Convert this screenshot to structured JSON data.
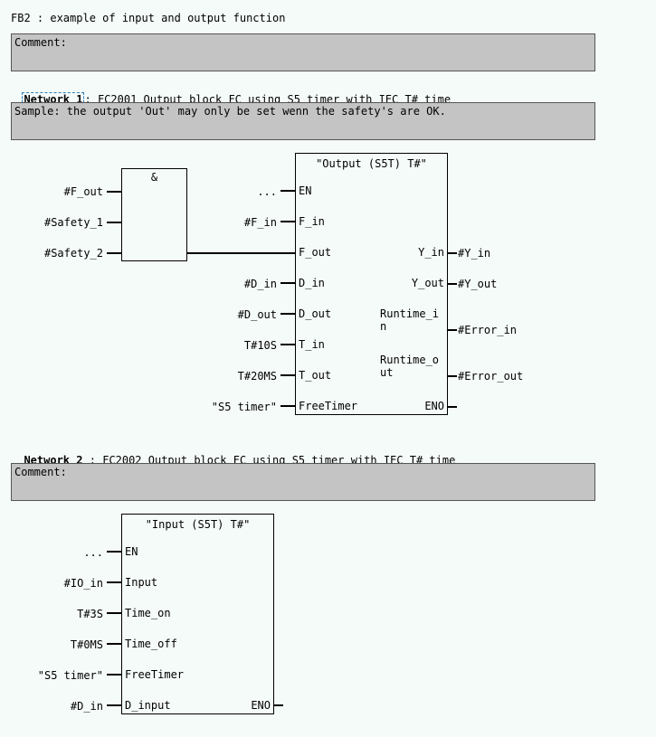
{
  "block_title": "FB2 : example of input and output function",
  "block_comment": "Comment:",
  "network1": {
    "label": "Network 1",
    "separator": ":",
    "title": "FC2001 Output block FC using S5 timer with IEC T# time",
    "comment": "Sample: the output 'Out' may only be set wenn the safety's are OK.",
    "and_block": {
      "symbol": "&",
      "inputs": [
        "#F_out",
        "#Safety_1",
        "#Safety_2"
      ]
    },
    "output_block": {
      "title": "\"Output (S5T) T#\"",
      "inputs": [
        {
          "param": "EN",
          "actual": "..."
        },
        {
          "param": "F_in",
          "actual": "#F_in"
        },
        {
          "param": "F_out",
          "actual": ""
        },
        {
          "param": "D_in",
          "actual": "#D_in"
        },
        {
          "param": "D_out",
          "actual": "#D_out"
        },
        {
          "param": "T_in",
          "actual": "T#10S"
        },
        {
          "param": "T_out",
          "actual": "T#20MS"
        },
        {
          "param": "FreeTimer",
          "actual": "\"S5 timer\""
        }
      ],
      "outputs": [
        {
          "param": "Y_in",
          "actual": "#Y_in"
        },
        {
          "param": "Y_out",
          "actual": "#Y_out"
        },
        {
          "param": "Runtime_i\nn",
          "actual": "#Error_in"
        },
        {
          "param": "Runtime_o\nut",
          "actual": "#Error_out"
        },
        {
          "param": "ENO",
          "actual": ""
        }
      ]
    }
  },
  "network2": {
    "label": "Network 2",
    "separator": ":",
    "title": "FC2002 Output block FC using S5 timer with IEC T# time",
    "comment": "Comment:",
    "input_block": {
      "title": "\"Input (S5T) T#\"",
      "inputs": [
        {
          "param": "EN",
          "actual": "..."
        },
        {
          "param": "Input",
          "actual": "#IO_in"
        },
        {
          "param": "Time_on",
          "actual": "T#3S"
        },
        {
          "param": "Time_off",
          "actual": "T#0MS"
        },
        {
          "param": "FreeTimer",
          "actual": "\"S5 timer\""
        },
        {
          "param": "D_input",
          "actual": "#D_in"
        }
      ],
      "outputs": [
        {
          "param": "ENO",
          "actual": ""
        }
      ]
    }
  }
}
